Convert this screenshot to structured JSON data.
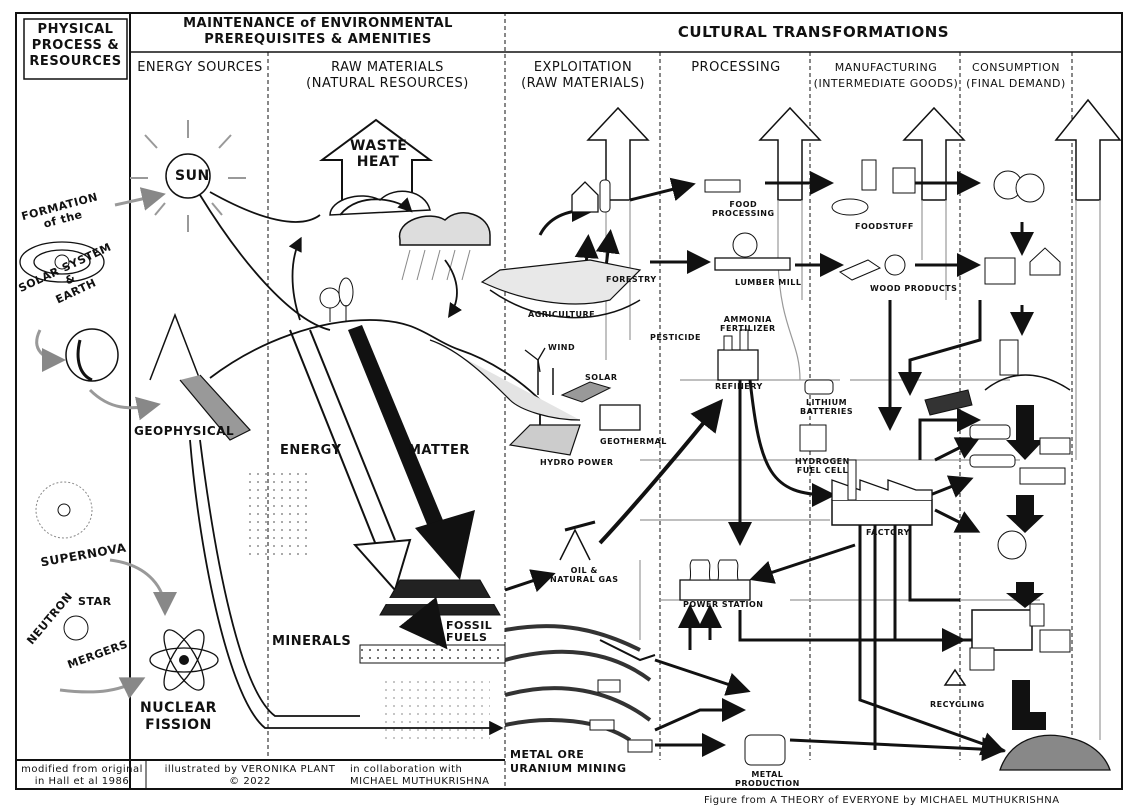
{
  "sidebar": {
    "title": "PHYSICAL PROCESS & RESOURCES",
    "title_lines": [
      "PHYSICAL",
      "PROCESS &",
      "RESOURCES"
    ],
    "formation": [
      "FORMATION",
      "of the",
      "SOLAR SYSTEM",
      "&",
      "EARTH"
    ],
    "geophysical": "GEOPHYSICAL",
    "supernova": "SUPERNOVA",
    "neutron_star": [
      "NEUTRON",
      "STAR",
      "MERGERS"
    ],
    "nuclear_fission": [
      "NUCLEAR",
      "FISSION"
    ]
  },
  "headers": {
    "maintenance": [
      "MAINTENANCE of ENVIRONMENTAL",
      "PREREQUISITES & AMENITIES"
    ],
    "cultural": "CULTURAL TRANSFORMATIONS",
    "energy_sources": "ENERGY SOURCES",
    "raw_materials": [
      "RAW MATERIALS",
      "(NATURAL RESOURCES)"
    ],
    "exploitation": [
      "EXPLOITATION",
      "(RAW MATERIALS)"
    ],
    "processing": "PROCESSING",
    "manufacturing": [
      "MANUFACTURING",
      "(INTERMEDIATE GOODS)"
    ],
    "consumption": [
      "CONSUMPTION",
      "(FINAL DEMAND)"
    ]
  },
  "labels": {
    "sun": "SUN",
    "waste_heat": [
      "WASTE",
      "HEAT"
    ],
    "energy": "ENERGY",
    "matter": "MATTER",
    "minerals": "MINERALS",
    "fossil_fuels": [
      "FOSSIL",
      "FUELS"
    ],
    "metal_ore": [
      "METAL ORE",
      "URANIUM MINING"
    ],
    "agriculture": "AGRICULTURE",
    "forestry": "FORESTRY",
    "food_processing": [
      "FOOD",
      "PROCESSING"
    ],
    "lumber_mill": "LUMBER MILL",
    "foodstuff": "FOODSTUFF",
    "wood_products": "WOOD PRODUCTS",
    "pesticide": "PESTICIDE",
    "ammonia_fertilizer": [
      "AMMONIA",
      "FERTILIZER"
    ],
    "refinery": "REFINERY",
    "wind": "WIND",
    "solar": "SOLAR",
    "geothermal": "GEOTHERMAL",
    "hydro_power": "HYDRO POWER",
    "lithium_batteries": [
      "LITHIUM",
      "BATTERIES"
    ],
    "hydrogen_fuel_cell": [
      "HYDROGEN",
      "FUEL CELL"
    ],
    "factory": "FACTORY",
    "oil_gas": [
      "OIL &",
      "NATURAL GAS"
    ],
    "power_station": "POWER STATION",
    "metal_production": [
      "METAL",
      "PRODUCTION"
    ],
    "recycling": "RECYCLING"
  },
  "footer": {
    "modified": [
      "modified from original",
      "in Hall et al 1986"
    ],
    "illustrated": [
      "illustrated by VERONIKA PLANT",
      "© 2022"
    ],
    "collab": [
      "in collaboration with",
      "MICHAEL MUTHUKRISHNA"
    ],
    "figure_from": "Figure from A THEORY of EVERYONE by MICHAEL MUTHUKRISHNA"
  }
}
